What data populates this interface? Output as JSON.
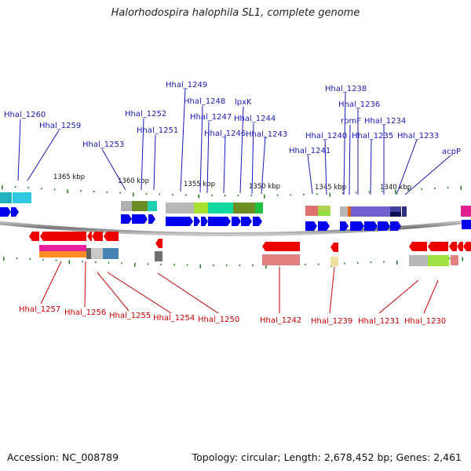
{
  "title": "Halorhodospira halophila SL1, complete genome",
  "footer": {
    "accession": "Accession: NC_008789",
    "summary": "Topology: circular; Length: 2,678,452 bp; Genes: 2,461"
  },
  "scale_labels": [
    "1365 kbp",
    "1360 kbp",
    "1355 kbp",
    "1350 kbp",
    "1345 kbp",
    "1340 kbp"
  ],
  "top_labels": [
    "Hhal_1260",
    "Hhal_1259",
    "Hhal_1253",
    "Hhal_1252",
    "Hhal_1251",
    "Hhal_1249",
    "Hhal_1248",
    "Hhal_1247",
    "Hhal_1246",
    "lpxK",
    "Hhal_1244",
    "Hhal_1243",
    "Hhal_1241",
    "Hhal_1240",
    "Hhal_1238",
    "Hhal_1236",
    "rpmF",
    "Hhal_1235",
    "Hhal_1234",
    "Hhal_1233",
    "acpP"
  ],
  "bottom_labels": [
    "Hhal_1257",
    "Hhal_1256",
    "Hhal_1255",
    "Hhal_1254",
    "Hhal_1250",
    "Hhal_1242",
    "Hhal_1239",
    "Hhal_1231",
    "Hhal_1230"
  ],
  "colors": {
    "top_label": "#1a1ab4",
    "bottom_label": "#c80000",
    "forward_gene": "#0000ee",
    "reverse_gene": "#ee0000",
    "tick": "#2a7a2a",
    "backbone": "#808080"
  }
}
